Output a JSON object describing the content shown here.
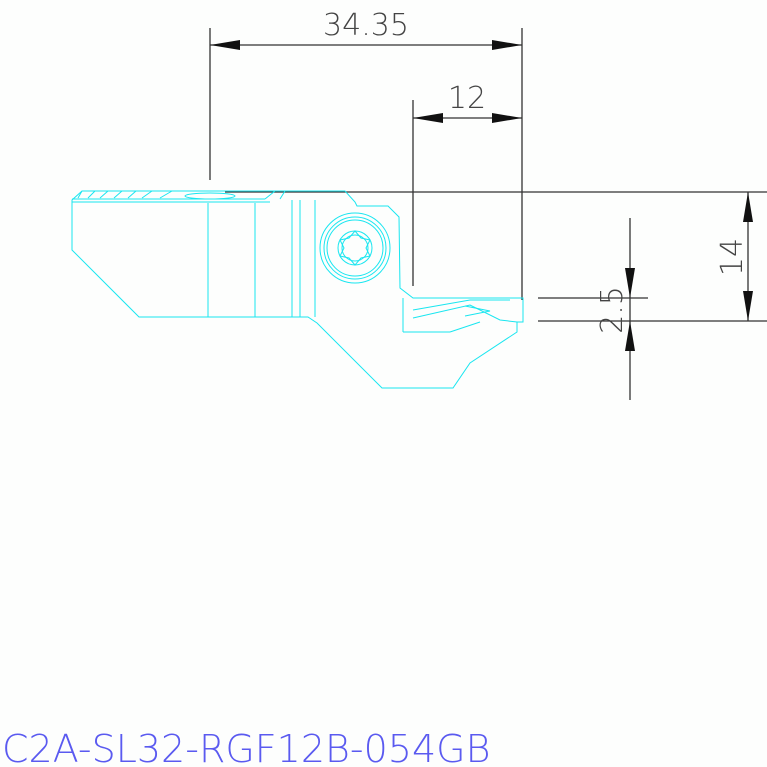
{
  "drawing": {
    "part_number": "C2A-SL32-RGF12B-054GB",
    "dimensions": {
      "overall_length": "34.35",
      "insert_length": "12",
      "height": "14",
      "offset": "2.5"
    },
    "colors": {
      "part_outline": "#19e6f0",
      "dimension_lines": "#333333",
      "title_text": "#5a5af0"
    }
  }
}
